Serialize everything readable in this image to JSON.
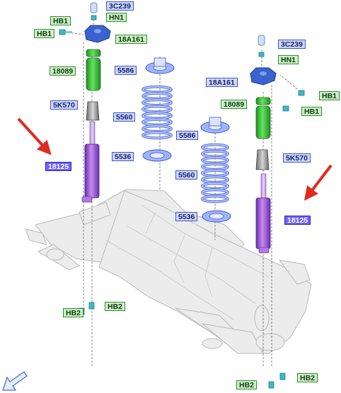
{
  "callouts": [
    {
      "id": "c1",
      "text": "3C239",
      "kind": "blue"
    },
    {
      "id": "c2",
      "text": "HB1",
      "kind": "green"
    },
    {
      "id": "c3",
      "text": "HN1",
      "kind": "green"
    },
    {
      "id": "c4",
      "text": "HB1",
      "kind": "green"
    },
    {
      "id": "c5",
      "text": "18A161",
      "kind": "green"
    },
    {
      "id": "c6",
      "text": "18089",
      "kind": "green"
    },
    {
      "id": "c7",
      "text": "5K570",
      "kind": "blue"
    },
    {
      "id": "c8",
      "text": "18125",
      "kind": "purple"
    },
    {
      "id": "c9",
      "text": "5586",
      "kind": "blue"
    },
    {
      "id": "c10",
      "text": "5560",
      "kind": "blue"
    },
    {
      "id": "c11",
      "text": "5536",
      "kind": "blue"
    },
    {
      "id": "c12",
      "text": "3C239",
      "kind": "blue"
    },
    {
      "id": "c13",
      "text": "HN1",
      "kind": "green"
    },
    {
      "id": "c14",
      "text": "18A161",
      "kind": "blue"
    },
    {
      "id": "c15",
      "text": "HB1",
      "kind": "green"
    },
    {
      "id": "c16",
      "text": "18089",
      "kind": "green"
    },
    {
      "id": "c17",
      "text": "HB1",
      "kind": "green"
    },
    {
      "id": "c18",
      "text": "5586",
      "kind": "blue"
    },
    {
      "id": "c19",
      "text": "5K570",
      "kind": "blue"
    },
    {
      "id": "c20",
      "text": "5560",
      "kind": "blue"
    },
    {
      "id": "c21",
      "text": "18125",
      "kind": "purple"
    },
    {
      "id": "c22",
      "text": "5536",
      "kind": "blue"
    },
    {
      "id": "c23",
      "text": "HB2",
      "kind": "green"
    },
    {
      "id": "c24",
      "text": "HB2",
      "kind": "green"
    },
    {
      "id": "c25",
      "text": "HB2",
      "kind": "green"
    },
    {
      "id": "c26",
      "text": "HB2",
      "kind": "green"
    }
  ],
  "colors": {
    "arrow": "#e02b20",
    "boot": "#39c23a",
    "shock": "#9a55d8",
    "spring": "#6f86e0",
    "mount": "#3a63cf",
    "bolt": "#3fb7c6",
    "subframe": "#ececec"
  },
  "icons": {
    "corner": "blue-outline-arrow-icon"
  }
}
